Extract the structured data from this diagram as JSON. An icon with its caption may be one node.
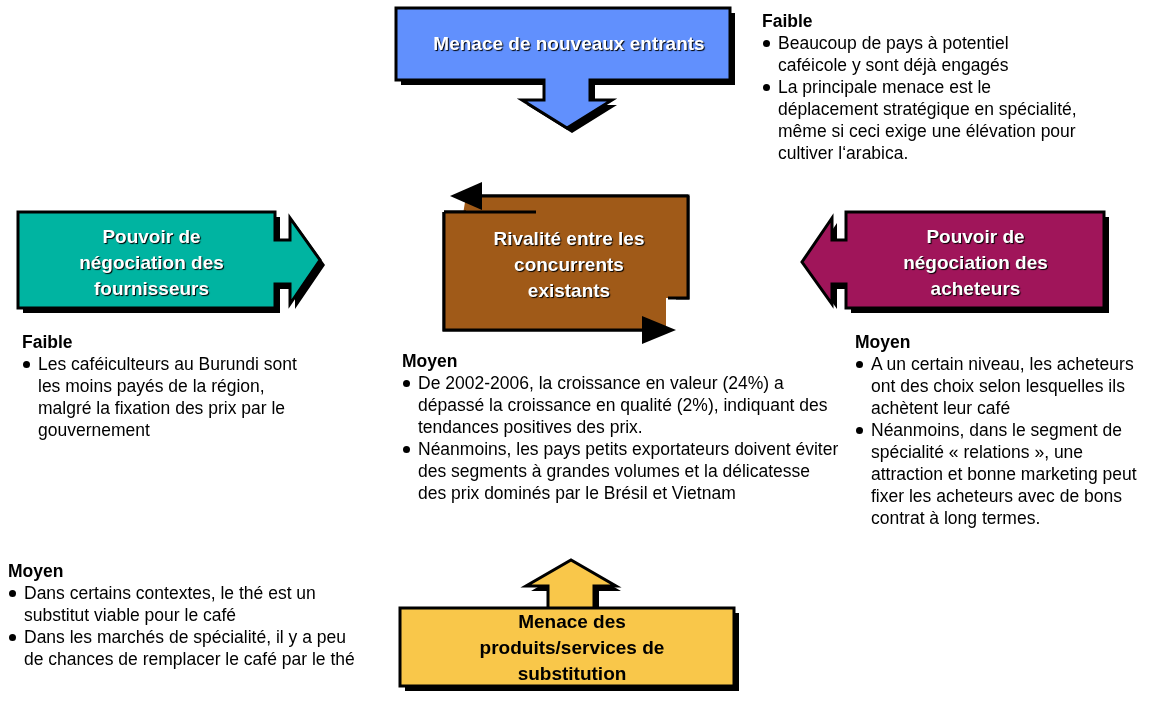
{
  "diagram": {
    "nodes": [
      {
        "text": [
          "Menace de nouveaux entrants"
        ],
        "beside": [
          "Faible",
          "Beaucoup de pays à potentiel caféicole y sont déjà engagés",
          "La principale menace est le déplacement stratégique en spécialité, même si ceci exige une élévation pour cultiver l‘arabica."
        ]
      },
      {
        "text": [
          "Pouvoir de négociation des fournisseurs"
        ],
        "beside": [
          "Faible",
          "Les caféiculteurs au Burundi sont les moins payés de la région, malgré la fixation des prix par le gouvernement"
        ]
      },
      {
        "text": [
          "Rivalité entre les concurrents existants"
        ],
        "beside": [
          "Moyen",
          "De 2002-2006, la croissance en valeur (24%) a dépassé la croissance en qualité  (2%), indiquant des tendances positives des prix.",
          "Néanmoins, les pays petits exportateurs doivent éviter des segments à grandes volumes et la délicatesse des prix dominés par le Brésil et Vietnam"
        ]
      },
      {
        "text": [
          "Pouvoir de négociation des acheteurs"
        ],
        "beside": [
          "Moyen",
          "A un certain niveau, les acheteurs ont des choix selon lesquelles ils achètent leur café",
          "Néanmoins, dans le segment de spécialité « relations », une attraction et bonne marketing peut fixer les acheteurs avec de bons contrat à long termes."
        ]
      },
      {
        "text": [
          "Menace des produits/services de substitution"
        ],
        "beside": [
          "Moyen",
          "Dans certains contextes, le thé est un substitut viable pour le café",
          "Dans les marchés de spécialité, il y a peu de chances de remplacer le café par le thé"
        ]
      }
    ]
  }
}
